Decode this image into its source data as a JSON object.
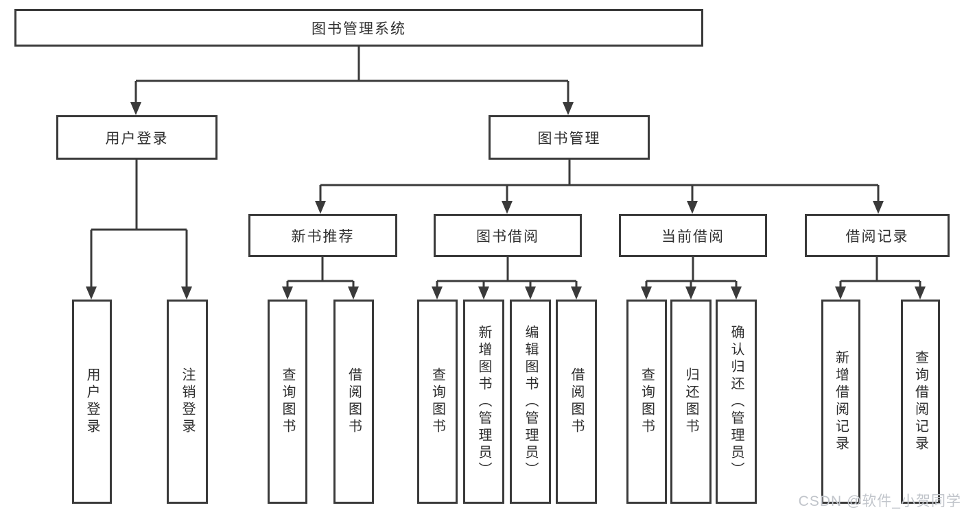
{
  "diagram": {
    "type": "hierarchy-tree",
    "root": {
      "label": "图书管理系统"
    },
    "level2": [
      {
        "label": "用户登录"
      },
      {
        "label": "图书管理"
      }
    ],
    "level3": [
      {
        "label": "新书推荐",
        "parent": "图书管理"
      },
      {
        "label": "图书借阅",
        "parent": "图书管理"
      },
      {
        "label": "当前借阅",
        "parent": "图书管理"
      },
      {
        "label": "借阅记录",
        "parent": "图书管理"
      }
    ],
    "leaves": [
      {
        "label": "用户登录",
        "parent": "用户登录"
      },
      {
        "label": "注销登录",
        "parent": "用户登录"
      },
      {
        "label": "查询图书",
        "parent": "新书推荐"
      },
      {
        "label": "借阅图书",
        "parent": "新书推荐"
      },
      {
        "label": "查询图书",
        "parent": "图书借阅"
      },
      {
        "label": "新增图书（管理员）",
        "parent": "图书借阅"
      },
      {
        "label": "编辑图书（管理员）",
        "parent": "图书借阅"
      },
      {
        "label": "借阅图书",
        "parent": "图书借阅"
      },
      {
        "label": "查询图书",
        "parent": "当前借阅"
      },
      {
        "label": "归还图书",
        "parent": "当前借阅"
      },
      {
        "label": "确认归还（管理员）",
        "parent": "当前借阅"
      },
      {
        "label": "新增借阅记录",
        "parent": "借阅记录"
      },
      {
        "label": "查询借阅记录",
        "parent": "借阅记录"
      }
    ]
  },
  "watermark": {
    "text": "CSDN @软件_小贺同学"
  },
  "colors": {
    "line": "#3a3a3a",
    "text": "#2f2f2f",
    "watermark": "#c1c5cb",
    "background": "#ffffff"
  }
}
